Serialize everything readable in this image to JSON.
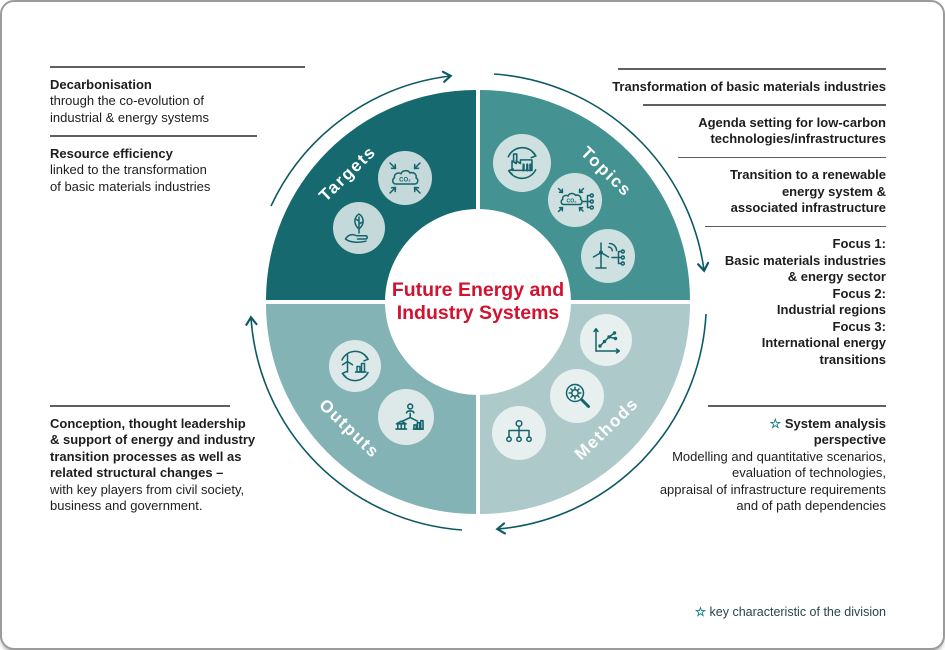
{
  "figure_title": {
    "line1": "Future Energy and",
    "line2": "Industry Systems"
  },
  "wheel": {
    "rotation_arrows": [
      "top-clockwise-arrow",
      "right-clockwise-arrow",
      "bottom-clockwise-arrow",
      "left-clockwise-arrow"
    ],
    "co2_label": "CO₂",
    "quadrants": [
      {
        "label": "Targets",
        "color": "#15696f",
        "icons": [
          "co2-reduction-icon",
          "leaf-in-hand-icon"
        ]
      },
      {
        "label": "Topics",
        "color": "#449392",
        "icons": [
          "factory-recycle-icon",
          "co2-network-icon",
          "wind-turbine-network-icon"
        ]
      },
      {
        "label": "Outputs",
        "color": "#83b3b4",
        "icons": [
          "renewables-chart-recycle-icon",
          "stakeholder-network-icon"
        ]
      },
      {
        "label": "Methods",
        "color": "#adc9ca",
        "icons": [
          "scatter-chart-icon",
          "gear-magnifier-icon",
          "hierarchy-icon"
        ]
      }
    ]
  },
  "blocks": {
    "left_top": {
      "entries": [
        {
          "heading": "Decarbonisation",
          "lines": [
            "through the co-evolution of",
            "industrial & energy systems"
          ]
        },
        {
          "heading": "Resource efficiency",
          "lines": [
            "linked to the transformation",
            "of basic materials industries"
          ]
        }
      ]
    },
    "left_bottom": {
      "bold_lines": [
        "Conception, thought leadership",
        "& support of energy and industry",
        "transition processes as well as",
        "related structural changes –"
      ],
      "regular_lines": [
        "with key players from civil society,",
        "business and government."
      ]
    },
    "right_top": {
      "entries": [
        {
          "lines": [
            "Transformation of basic materials industries"
          ]
        },
        {
          "lines": [
            "Agenda setting for low-carbon",
            "technologies/infrastructures"
          ]
        },
        {
          "lines": [
            "Transition to a renewable",
            "energy system &",
            "associated infrastructure"
          ]
        },
        {
          "lines": [
            "Focus 1:",
            "Basic materials industries",
            "& energy sector",
            "Focus 2:",
            "Industrial regions",
            "Focus 3:",
            "International energy",
            "transitions"
          ]
        }
      ]
    },
    "right_bottom": {
      "star": "☆",
      "heading_lines": [
        "System analysis",
        "perspective"
      ],
      "regular_lines": [
        "Modelling and quantitative scenarios,",
        "evaluation of technologies,",
        "appraisal of infrastructure requirements",
        "and of path dependencies"
      ]
    }
  },
  "footnote": {
    "star": "☆",
    "text": "key characteristic of the division"
  },
  "colors": {
    "accent_red": "#d2122f",
    "quadrant_dark_teal": "#15696f",
    "quadrant_teal": "#449392",
    "quadrant_gray_teal": "#83b3b4",
    "quadrant_light_teal": "#adc9ca",
    "icon_stroke": "#14646c",
    "arc_stroke": "#0e5a64",
    "star_teal": "#0e7d86"
  }
}
